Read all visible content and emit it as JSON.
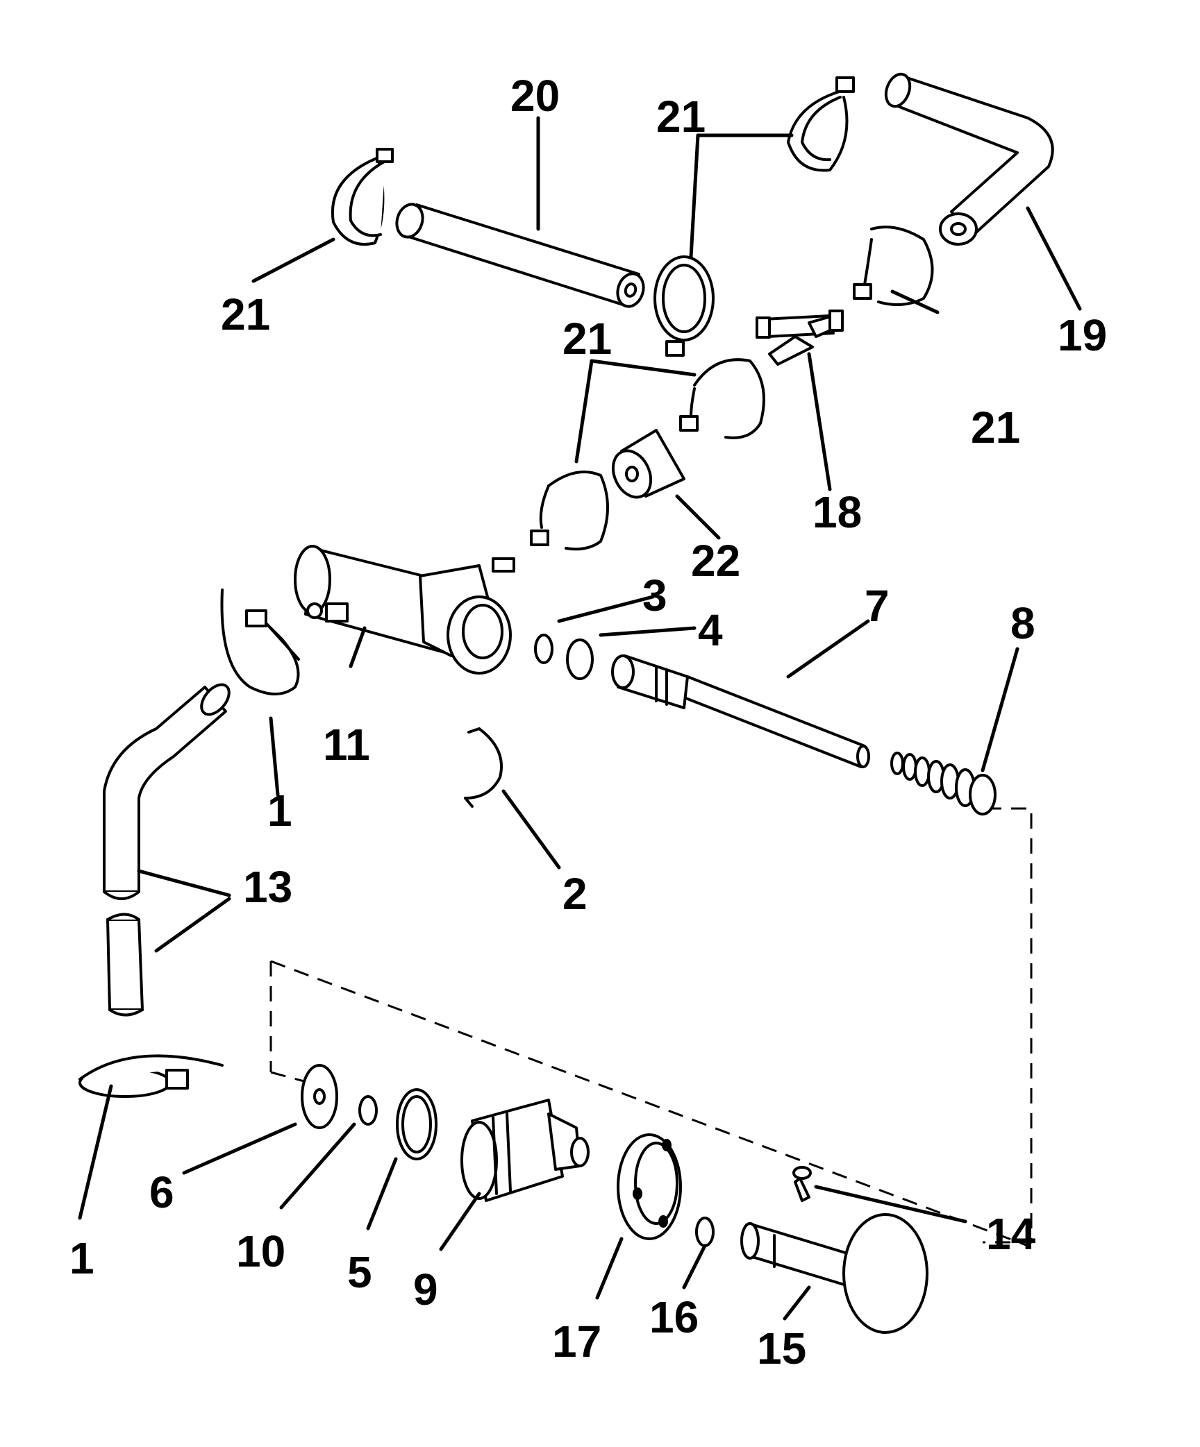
{
  "callouts": {
    "c1a": "1",
    "c1b": "1",
    "c2": "2",
    "c3": "3",
    "c4": "4",
    "c5": "5",
    "c6": "6",
    "c7": "7",
    "c8": "8",
    "c9": "9",
    "c10": "10",
    "c11": "11",
    "c13": "13",
    "c14": "14",
    "c15": "15",
    "c16": "16",
    "c17": "17",
    "c18": "18",
    "c19": "19",
    "c20": "20",
    "c21a": "21",
    "c21b": "21",
    "c21c": "21",
    "c21d": "21",
    "c22": "22"
  }
}
